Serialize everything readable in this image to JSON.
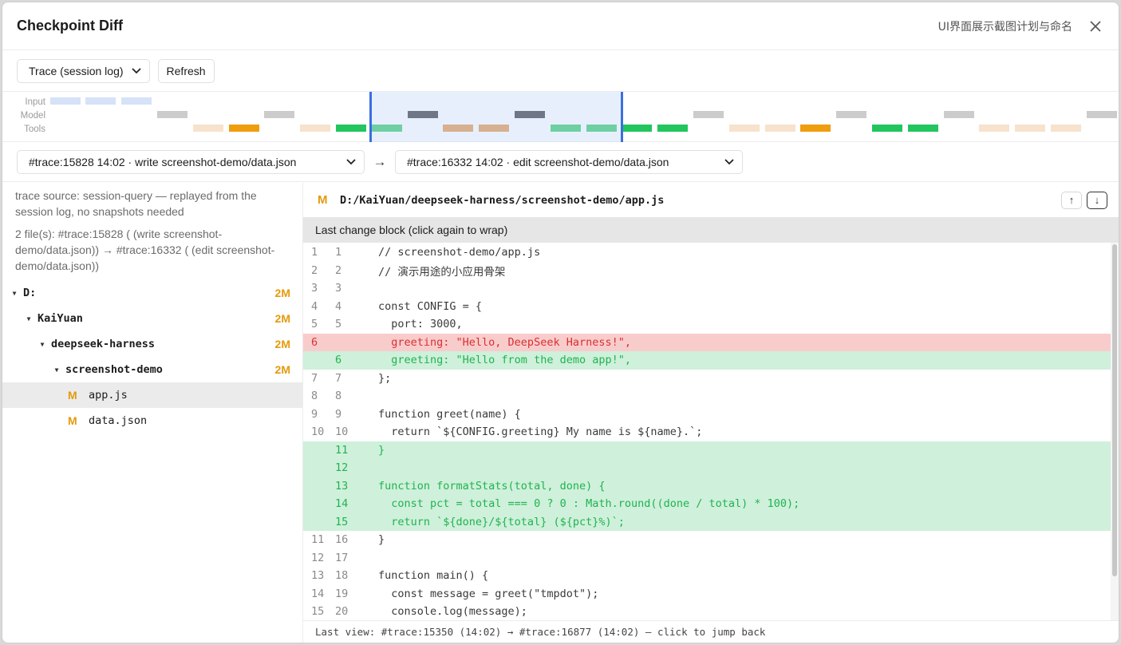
{
  "window": {
    "title": "Checkpoint Diff",
    "subtitle": "UI界面展示截图计划与命名"
  },
  "toolbar": {
    "source_select": "Trace (session log)",
    "refresh_label": "Refresh"
  },
  "timeline": {
    "labels": [
      "Input",
      "Model",
      "Tools"
    ]
  },
  "range": {
    "from": "#trace:15828 14:02 · write screenshot-demo/data.json",
    "arrow": "→",
    "to": "#trace:16332 14:02 · edit screenshot-demo/data.json"
  },
  "sidebar": {
    "info1": "trace source: session-query — replayed from the session log, no snapshots needed",
    "info2": "2 file(s): #trace:15828 ( (write screenshot-demo/data.json)) → #trace:16332 ( (edit screenshot-demo/data.json))",
    "tree": [
      {
        "label": "D:",
        "badge": "2M"
      },
      {
        "label": "KaiYuan",
        "badge": "2M"
      },
      {
        "label": "deepseek-harness",
        "badge": "2M"
      },
      {
        "label": "screenshot-demo",
        "badge": "2M"
      },
      {
        "label": "app.js",
        "mod": "M"
      },
      {
        "label": "data.json",
        "mod": "M"
      }
    ]
  },
  "diff": {
    "mod": "M",
    "path": "D:/KaiYuan/deepseek-harness/screenshot-demo/app.js",
    "up_label": "↑",
    "down_label": "↓",
    "change_block": "Last change block (click again to wrap)",
    "lines": [
      {
        "a": "1",
        "b": "1",
        "t": "ctx",
        "code": "// screenshot-demo/app.js"
      },
      {
        "a": "2",
        "b": "2",
        "t": "ctx",
        "code": "// 演示用途的小应用骨架"
      },
      {
        "a": "3",
        "b": "3",
        "t": "ctx",
        "code": ""
      },
      {
        "a": "4",
        "b": "4",
        "t": "ctx",
        "code": "const CONFIG = {"
      },
      {
        "a": "5",
        "b": "5",
        "t": "ctx",
        "code": "  port: 3000,"
      },
      {
        "a": "6",
        "b": "",
        "t": "del",
        "code": "  greeting: \"Hello, DeepSeek Harness!\","
      },
      {
        "a": "",
        "b": "6",
        "t": "add",
        "code": "  greeting: \"Hello from the demo app!\","
      },
      {
        "a": "7",
        "b": "7",
        "t": "ctx",
        "code": "};"
      },
      {
        "a": "8",
        "b": "8",
        "t": "ctx",
        "code": ""
      },
      {
        "a": "9",
        "b": "9",
        "t": "ctx",
        "code": "function greet(name) {"
      },
      {
        "a": "10",
        "b": "10",
        "t": "ctx",
        "code": "  return `${CONFIG.greeting} My name is ${name}.`;"
      },
      {
        "a": "",
        "b": "11",
        "t": "add",
        "code": "}"
      },
      {
        "a": "",
        "b": "12",
        "t": "add",
        "code": ""
      },
      {
        "a": "",
        "b": "13",
        "t": "add",
        "code": "function formatStats(total, done) {"
      },
      {
        "a": "",
        "b": "14",
        "t": "add",
        "code": "  const pct = total === 0 ? 0 : Math.round((done / total) * 100);"
      },
      {
        "a": "",
        "b": "15",
        "t": "add",
        "code": "  return `${done}/${total} (${pct}%)`;"
      },
      {
        "a": "11",
        "b": "16",
        "t": "ctx",
        "code": "}"
      },
      {
        "a": "12",
        "b": "17",
        "t": "ctx",
        "code": ""
      },
      {
        "a": "13",
        "b": "18",
        "t": "ctx",
        "code": "function main() {"
      },
      {
        "a": "14",
        "b": "19",
        "t": "ctx",
        "code": "  const message = greet(\"tmpdot\");"
      },
      {
        "a": "15",
        "b": "20",
        "t": "ctx",
        "code": "  console.log(message);"
      }
    ],
    "footer": "Last view: #trace:15350 (14:02) → #trace:16877 (14:02) — click to jump back"
  },
  "colors": {
    "input": "#d6e2f7",
    "model_gray": "#cccccc",
    "model_dark": "#23252b",
    "tool_light": "#f7e2cd",
    "tool_orange": "#f09d0e",
    "tool_brown": "#df8c3b",
    "tool_green": "#22c55e",
    "selection": "#3b6fe0"
  }
}
